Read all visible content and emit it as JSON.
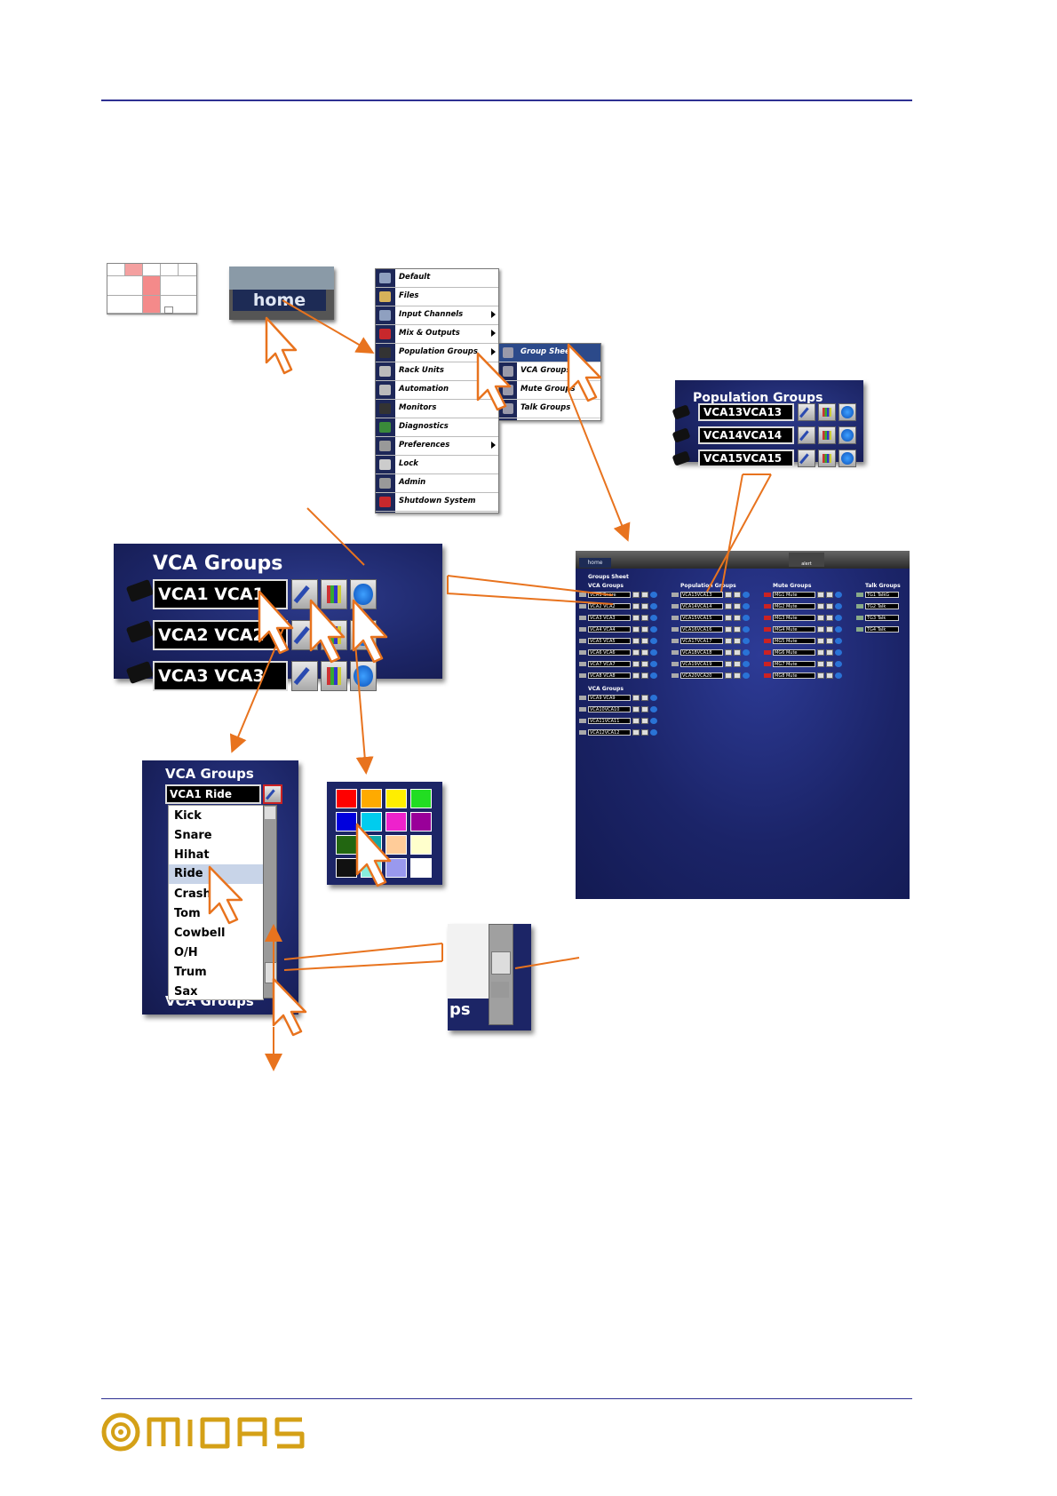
{
  "home_button": {
    "label": "home"
  },
  "main_menu": {
    "items": [
      {
        "label": "Default",
        "submenu": false,
        "icon": "default-icon",
        "color": "#8fa0c0"
      },
      {
        "label": "Files",
        "submenu": false,
        "icon": "folder-icon",
        "color": "#d6b25a"
      },
      {
        "label": "Input Channels",
        "submenu": true,
        "icon": "channel-icon",
        "color": "#8fa0c0"
      },
      {
        "label": "Mix & Outputs",
        "submenu": true,
        "icon": "output-icon",
        "color": "#c8282c"
      },
      {
        "label": "Population Groups",
        "submenu": true,
        "icon": "groups-icon",
        "color": "#333333"
      },
      {
        "label": "Rack Units",
        "submenu": false,
        "icon": "rack-icon",
        "color": "#bbbbbb"
      },
      {
        "label": "Automation",
        "submenu": false,
        "icon": "automation-icon",
        "color": "#bbbbbb"
      },
      {
        "label": "Monitors",
        "submenu": false,
        "icon": "monitor-icon",
        "color": "#333333"
      },
      {
        "label": "Diagnostics",
        "submenu": false,
        "icon": "diagnostics-icon",
        "color": "#3a8a3a"
      },
      {
        "label": "Preferences",
        "submenu": true,
        "icon": "preferences-icon",
        "color": "#999999"
      },
      {
        "label": "Lock",
        "submenu": false,
        "icon": "lock-icon",
        "color": "#cccccc"
      },
      {
        "label": "Admin",
        "submenu": false,
        "icon": "admin-icon",
        "color": "#999999"
      },
      {
        "label": "Shutdown System",
        "submenu": false,
        "icon": "shutdown-icon",
        "color": "#c8282c"
      }
    ]
  },
  "population_submenu": {
    "items": [
      {
        "label": "Group Sheet",
        "selected": true
      },
      {
        "label": "VCA Groups",
        "selected": false
      },
      {
        "label": "Mute Groups",
        "selected": false
      },
      {
        "label": "Talk Groups",
        "selected": false
      }
    ]
  },
  "population_groups_panel": {
    "title": "Population Groups",
    "rows": [
      "VCA13VCA13",
      "VCA14VCA14",
      "VCA15VCA15"
    ]
  },
  "vca_groups_panel": {
    "title": "VCA Groups",
    "rows": [
      "VCA1 VCA1",
      "VCA2 VCA2",
      "VCA3 VCA3"
    ]
  },
  "name_list_panel": {
    "title": "VCA Groups",
    "current_value": "VCA1 Ride",
    "options": [
      "Kick",
      "Snare",
      "Hihat",
      "Ride",
      "Crash",
      "Tom",
      "Cowbell",
      "O/H",
      "Trum",
      "Sax"
    ],
    "selected": "Ride",
    "footer": "VCA Groups"
  },
  "palette": {
    "colors": [
      "#ff0000",
      "#ffaa00",
      "#ffee00",
      "#22dd22",
      "#0000dd",
      "#00ccee",
      "#ee22cc",
      "#990099",
      "#226611",
      "#11aaaa",
      "#ffcc99",
      "#ffffcc",
      "#111111",
      "#88eedd",
      "#9999ee",
      "#ffffff"
    ]
  },
  "scroll_zoom": {
    "label": "ps"
  },
  "groups_sheet": {
    "home_tab": "home",
    "alert_label": "alert",
    "title": "Groups Sheet",
    "columns": [
      {
        "title": "VCA Groups",
        "rows": [
          "VCA1 Snare",
          "VCA2 VCA2",
          "VCA3 VCA3",
          "VCA4 VCA4",
          "VCA5 VCA5",
          "VCA6 VCA6",
          "VCA7 VCA7",
          "VCA8 VCA8"
        ]
      },
      {
        "title": "Population Groups",
        "rows": [
          "VCA13VCA13",
          "VCA14VCA14",
          "VCA15VCA15",
          "VCA16VCA16",
          "VCA17VCA17",
          "VCA18VCA18",
          "VCA19VCA19",
          "VCA20VCA20"
        ]
      },
      {
        "title": "Mute Groups",
        "rows": [
          "MG1 Mute",
          "MG2 Mute",
          "MG3 Mute",
          "MG4 Mute",
          "MG5 Mute",
          "MG6 Mute",
          "MG7 Mute",
          "MG8 Mute"
        ]
      },
      {
        "title": "Talk Groups",
        "rows": [
          "TG1 TalkG",
          "TG2 Talk",
          "TG3 Talk",
          "TG4 Talk"
        ]
      }
    ],
    "second_vca_title": "VCA Groups",
    "second_vca_rows": [
      "VCA9 VCA9",
      "VCA10VCA10",
      "VCA11VCA11",
      "VCA12VCA12"
    ]
  },
  "colors": {
    "rule": "#2e3192",
    "arrow": "#e8731e",
    "panel": "#1c2566",
    "logo": "#d4a017"
  }
}
